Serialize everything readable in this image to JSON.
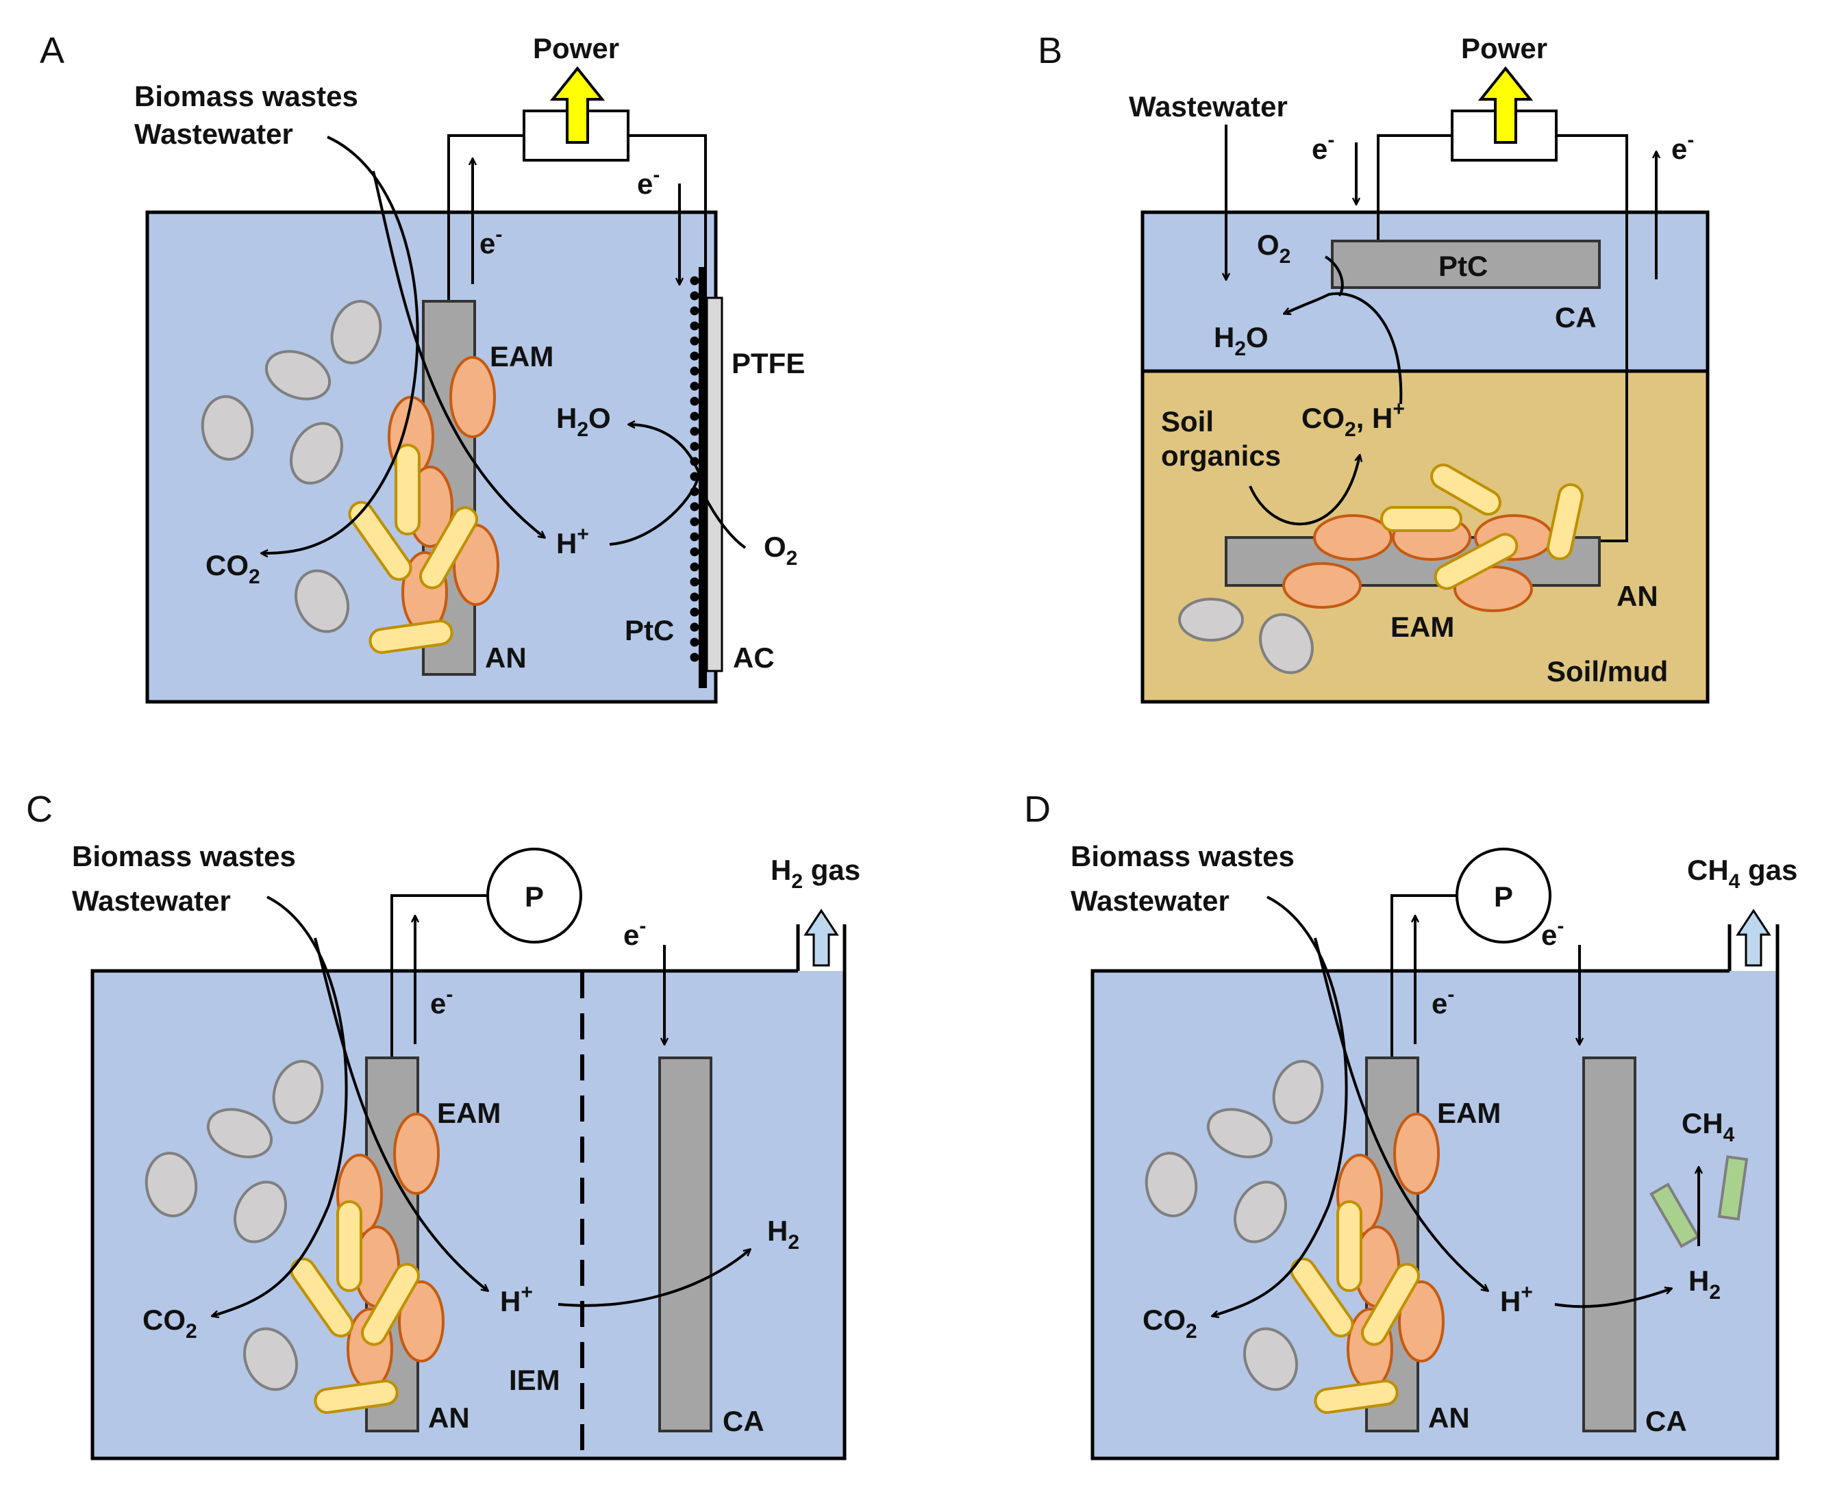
{
  "colors": {
    "water": "#b4c7e7",
    "soil": "#dfc580",
    "electrode": "#a5a5a5",
    "electrode_stroke": "#333333",
    "eam_fill": "#f4b183",
    "eam_stroke": "#c55a11",
    "rod_fill": "#ffe699",
    "rod_stroke": "#bf9000",
    "cell_fill": "#d0cece",
    "cell_stroke": "#7f7f7f",
    "methanogen_fill": "#a9d18e",
    "methanogen_stroke": "#7f7f7f",
    "power_arrow": "#ffff00",
    "gas_arrow": "#bdd7ee"
  },
  "panels": {
    "A": {
      "letter": "A",
      "power": "Power",
      "feed1": "Biomass wastes",
      "feed2": "Wastewater",
      "e_anode": "e",
      "e_cathode": "e",
      "e_sup": "-",
      "eam": "EAM",
      "ptfe": "PTFE",
      "h2o_main": "H",
      "h2o_sub": "2",
      "h2o_end": "O",
      "hplus": "H",
      "plus": "+",
      "o2_main": "O",
      "o2_sub": "2",
      "co2_main": "CO",
      "co2_sub": "2",
      "ptc": "PtC",
      "an": "AN",
      "ac": "AC"
    },
    "B": {
      "letter": "B",
      "power": "Power",
      "feed": "Wastewater",
      "e_left": "e",
      "e_right": "e",
      "e_sup": "-",
      "o2_main": "O",
      "o2_sub": "2",
      "ptc": "PtC",
      "h2o_main": "H",
      "h2o_sub": "2",
      "h2o_end": "O",
      "ca": "CA",
      "soil1": "Soil",
      "soil2": "organics",
      "co2_main": "CO",
      "co2_sub": "2",
      "co2_tail": ", H",
      "plus": "+",
      "eam": "EAM",
      "an": "AN",
      "soilmud": "Soil/mud"
    },
    "C": {
      "letter": "C",
      "feed1": "Biomass wastes",
      "feed2": "Wastewater",
      "p": "P",
      "gas_main": "H",
      "gas_sub": "2",
      "gas_end": " gas",
      "e_anode": "e",
      "e_cathode": "e",
      "e_sup": "-",
      "eam": "EAM",
      "h2_main": "H",
      "h2_sub": "2",
      "hplus": "H",
      "plus": "+",
      "co2_main": "CO",
      "co2_sub": "2",
      "iem": "IEM",
      "an": "AN",
      "ca": "CA"
    },
    "D": {
      "letter": "D",
      "feed1": "Biomass wastes",
      "feed2": "Wastewater",
      "p": "P",
      "gas_main": "CH",
      "gas_sub": "4",
      "gas_end": " gas",
      "e_anode": "e",
      "e_cathode": "e",
      "e_sup": "-",
      "eam": "EAM",
      "ch4_main": "CH",
      "ch4_sub": "4",
      "h2_main": "H",
      "h2_sub": "2",
      "hplus": "H",
      "plus": "+",
      "co2_main": "CO",
      "co2_sub": "2",
      "an": "AN",
      "ca": "CA"
    }
  }
}
